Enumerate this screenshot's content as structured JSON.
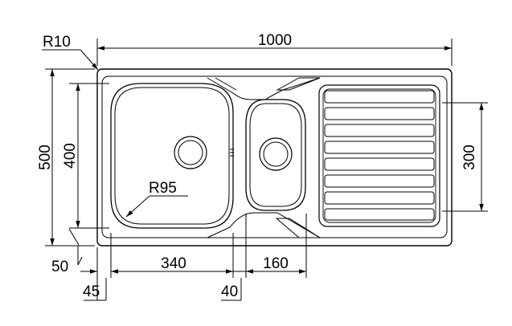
{
  "dimensions": {
    "overall_width": "1000",
    "overall_depth": "500",
    "bowl_depth": "400",
    "drainer_depth": "300",
    "corner_radius": "R10",
    "bowl_radius": "R95",
    "edge_offset_y": "50",
    "edge_offset_x": "45",
    "main_bowl_width": "340",
    "bowl_gap": "40",
    "small_bowl_width": "160"
  },
  "colors": {
    "line": "#000000",
    "background": "#ffffff"
  }
}
